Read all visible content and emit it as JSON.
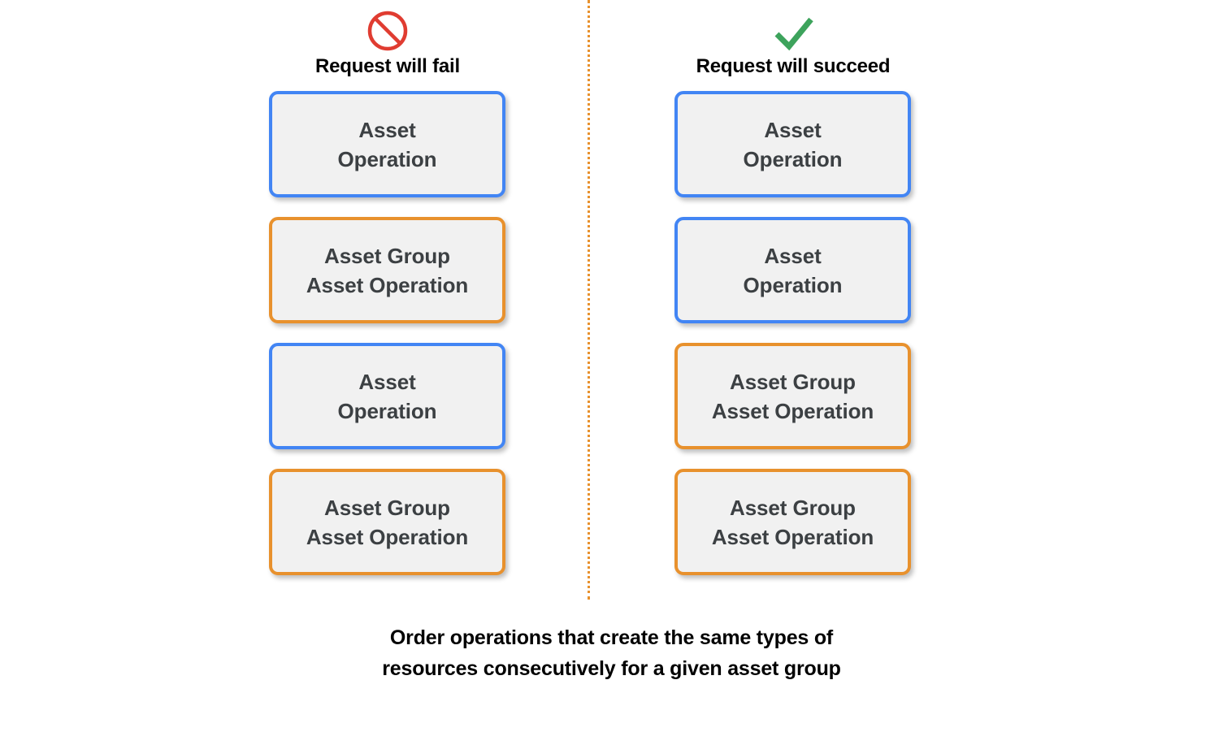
{
  "colors": {
    "blue_border": "#4285F4",
    "orange_border": "#E8912D",
    "box_fill": "#f1f1f1",
    "box_text": "#3c4043",
    "fail_icon": "#E03C31",
    "succeed_icon": "#3da35c",
    "divider": "#E8912D",
    "background": "#ffffff"
  },
  "columns": [
    {
      "id": "fail",
      "icon_name": "prohibition-icon",
      "title": "Request will fail",
      "boxes": [
        {
          "label": "Asset\nOperation",
          "variant": "blue"
        },
        {
          "label": "Asset Group\nAsset Operation",
          "variant": "orange"
        },
        {
          "label": "Asset\nOperation",
          "variant": "blue"
        },
        {
          "label": "Asset Group\nAsset Operation",
          "variant": "orange"
        }
      ]
    },
    {
      "id": "succeed",
      "icon_name": "check-icon",
      "title": "Request will succeed",
      "boxes": [
        {
          "label": "Asset\nOperation",
          "variant": "blue"
        },
        {
          "label": "Asset\nOperation",
          "variant": "blue"
        },
        {
          "label": "Asset Group\nAsset Operation",
          "variant": "orange"
        },
        {
          "label": "Asset Group\nAsset Operation",
          "variant": "orange"
        }
      ]
    }
  ],
  "caption": "Order operations that create the same types of\nresources consecutively for a given asset group"
}
